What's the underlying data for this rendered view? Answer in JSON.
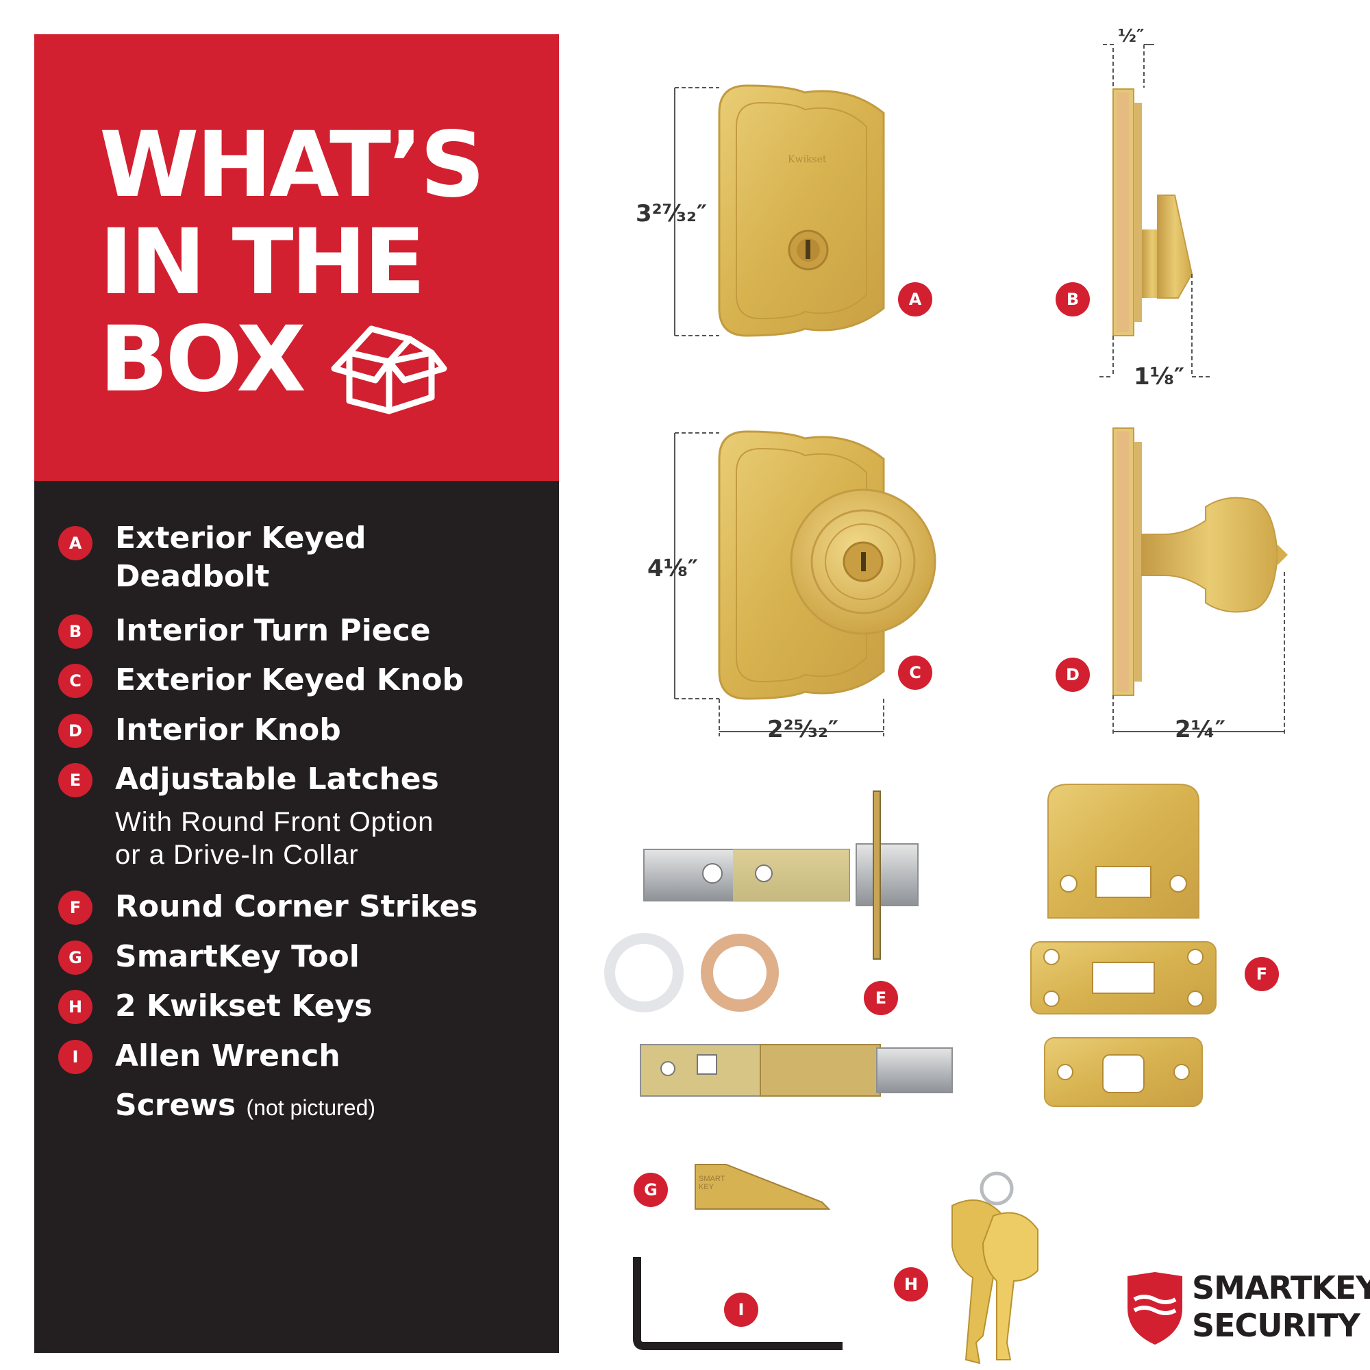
{
  "headline": {
    "line1": "WHAT’S",
    "line2": "IN THE",
    "line3": "BOX"
  },
  "items": [
    {
      "letter": "A",
      "label_line1": "Exterior Keyed",
      "label_line2": "Deadbolt"
    },
    {
      "letter": "B",
      "label": "Interior Turn Piece"
    },
    {
      "letter": "C",
      "label": "Exterior Keyed Knob"
    },
    {
      "letter": "D",
      "label": "Interior Knob"
    },
    {
      "letter": "E",
      "label": "Adjustable Latches",
      "sub_line1": "With Round Front Option",
      "sub_line2": "or a Drive-In Collar"
    },
    {
      "letter": "F",
      "label": "Round Corner Strikes"
    },
    {
      "letter": "G",
      "label": "SmartKey Tool"
    },
    {
      "letter": "H",
      "label": "2 Kwikset Keys"
    },
    {
      "letter": "I",
      "label": "Allen Wrench"
    },
    {
      "label": "Screws",
      "note": "(not pictured)"
    }
  ],
  "markers": {
    "a": "A",
    "b": "B",
    "c": "C",
    "d": "D",
    "e": "E",
    "f": "F",
    "g": "G",
    "h": "H",
    "i": "I"
  },
  "dimensions": {
    "a_height": "3²⁷⁄₃₂″",
    "b_top": "½″",
    "b_bottom": "1⅛″",
    "c_height": "4⅛″",
    "c_width": "2²⁵⁄₃₂″",
    "d_width": "2¼″"
  },
  "product_engraving": {
    "deadbolt": "Kwikset",
    "tool": "SMART KEY"
  },
  "brand": {
    "line1": "SMARTKEY",
    "line2": "SECURITY"
  },
  "colors": {
    "red": "#d22030",
    "dark": "#231f20",
    "brass": "#d9b54e"
  }
}
